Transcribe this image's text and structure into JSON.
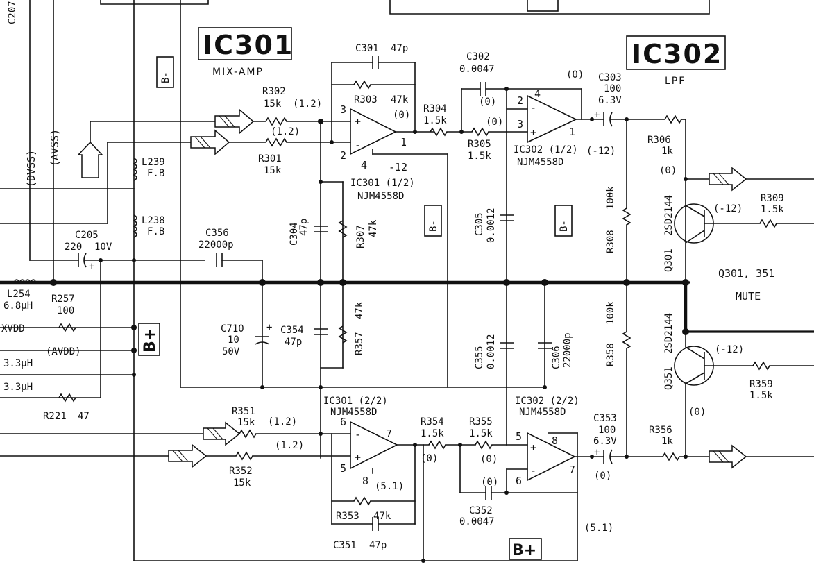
{
  "ic301": {
    "title": "IC301",
    "function": "MIX-AMP",
    "half1": "IC301 (1/2)",
    "half2": "IC301 (2/2)",
    "part": "NJM4558D"
  },
  "ic302": {
    "title": "IC302",
    "function": "LPF",
    "half1": "IC302 (1/2)",
    "half2": "IC302 (2/2)",
    "part": "NJM4558D"
  },
  "rails": {
    "dvss": "(DVSS)",
    "avss": "(AVSS)",
    "avdd": "(AVDD)",
    "xvdd": "XVDD"
  },
  "supply": {
    "bminus": "B-",
    "bplus": "B+"
  },
  "components": {
    "r301": [
      "R301",
      "15k"
    ],
    "r302": [
      "R302",
      "15k"
    ],
    "r303": [
      "R303",
      "47k"
    ],
    "r304": [
      "R304",
      "1.5k"
    ],
    "r305": [
      "R305",
      "1.5k"
    ],
    "r306": [
      "R306",
      "1k"
    ],
    "r307": [
      "R307",
      "47k"
    ],
    "r308": [
      "R308",
      "100k"
    ],
    "r309": [
      "R309",
      "1.5k"
    ],
    "r351": [
      "R351",
      "15k"
    ],
    "r352": [
      "R352",
      "15k"
    ],
    "r353": [
      "R353",
      "47k"
    ],
    "r354": [
      "R354",
      "1.5k"
    ],
    "r355": [
      "R355",
      "1.5k"
    ],
    "r356": [
      "R356",
      "1k"
    ],
    "r357": [
      "R357",
      "47k"
    ],
    "r358": [
      "R358",
      "100k"
    ],
    "r359": [
      "R359",
      "1.5k"
    ],
    "r257": [
      "R257",
      "100"
    ],
    "r221": [
      "R221",
      "47"
    ],
    "c301": [
      "C301",
      "47p"
    ],
    "c302": [
      "C302",
      "0.0047"
    ],
    "c303": [
      "C303",
      "100",
      "6.3V"
    ],
    "c304": [
      "C304",
      "47p"
    ],
    "c305": [
      "C305",
      "0.0012"
    ],
    "c306": [
      "C306",
      "22000p"
    ],
    "c351": [
      "C351",
      "47p"
    ],
    "c352": [
      "C352",
      "0.0047"
    ],
    "c353": [
      "C353",
      "100",
      "6.3V"
    ],
    "c354": [
      "C354",
      "47p"
    ],
    "c355": [
      "C355",
      "0.0012"
    ],
    "c356": [
      "C356",
      "22000p"
    ],
    "c205": [
      "C205",
      "220",
      "10V"
    ],
    "c710": [
      "C710",
      "10",
      "50V"
    ],
    "c207": "C207",
    "l238": [
      "L238",
      "F.B"
    ],
    "l239": [
      "L239",
      "F.B"
    ],
    "l254": [
      "L254",
      "6.8µH"
    ],
    "lx": "3.3µH",
    "q301": [
      "Q301",
      "2SD2144"
    ],
    "q351": [
      "Q351",
      "2SD2144"
    ]
  },
  "mute": {
    "label": "Q301, 351",
    "text": "MUTE"
  },
  "voltages": {
    "v12": "(1.2)",
    "v0": "(0)",
    "vm12": "(-12)",
    "m12": "-12",
    "v51": "(5.1)"
  },
  "pins": {
    "p1": "1",
    "p2": "2",
    "p3": "3",
    "p4": "4",
    "p5": "5",
    "p6": "6",
    "p7": "7",
    "p8": "8"
  }
}
